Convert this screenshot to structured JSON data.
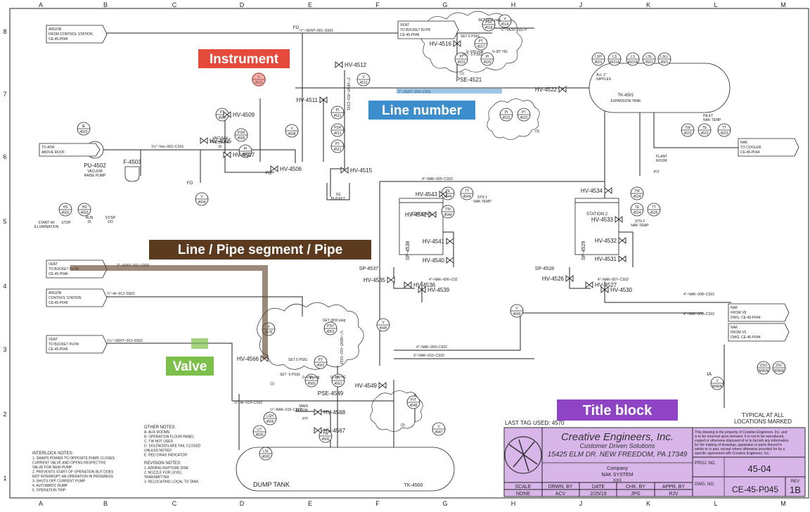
{
  "grid": {
    "columns": [
      "A",
      "B",
      "C",
      "D",
      "E",
      "F",
      "G",
      "H",
      "J",
      "K",
      "L",
      "M"
    ],
    "rows": [
      "8",
      "7",
      "6",
      "5",
      "4",
      "3",
      "2",
      "1"
    ]
  },
  "callouts": {
    "instrument": "Instrument",
    "line_number": "Line number",
    "pipe": "Line / Pipe segment / Pipe",
    "valve": "Valve",
    "title_block": "Title block"
  },
  "colors": {
    "instrument": "#e64a3b",
    "line_number": "#3c8dcc",
    "pipe": "#5b3a1e",
    "valve": "#7cc04b",
    "title_block": "#8e44c4",
    "title_fill": "#d9b6ea"
  },
  "offpage": {
    "argon_top": [
      "ARGON",
      "FROM CONTROL STATION",
      "CE-45-P046"
    ],
    "vent_top": [
      "VENT",
      "TO BUCKET IN PR",
      "CE-45-P046"
    ],
    "atm": [
      "TO ATM",
      "ABOVE ROOF"
    ],
    "vent_mid": [
      "VENT",
      "TO BUCKET IN PR",
      "CE-45-P046"
    ],
    "argon_mid": [
      "ARGON",
      "CONTROL STATION",
      "CE-45-P046"
    ],
    "vent_low": [
      "VENT",
      "TO BUCKET IN PR",
      "CE-45-P046"
    ],
    "nak_cooler": [
      "NAK",
      "TO COOLER",
      "CE-45-P044"
    ],
    "nak_v8": [
      "NAK",
      "FROM V8",
      "DWG. CE-45-P044"
    ],
    "nak_v5": [
      "NAK",
      "FROM V5",
      "DWG. CE-45-P044"
    ]
  },
  "lines": {
    "vent001": "½\"–VENT–001–SS01",
    "vent004": "2\"–VENT–004–CS01",
    "vac002": "1½\"–Voc–002–CS01",
    "vent011": "2\"–VENT–011–CS02",
    "ar012": "½\"–Ar–012–SS01",
    "vent013": "1½\"–VENT–013–SS02",
    "ar014": "½\"–Ar–014–CS02",
    "nak015": "½\"–NAK–015–CS02",
    "nak005": "4\"–NAK–005–CS02",
    "nak006": "4\"–NAK–006–C02",
    "nak007": "4\"–NAK–007–CS02",
    "nak008": "4\"–NAK–008–CS02",
    "nak009a": "4\"–NAK–009–CS02",
    "nak009b": "4\"–NAK–009–CS02",
    "nak010": "3\"–NAK–010–CS02",
    "vent_ss": "½\"–VENT–SS–P",
    "vent_vert": "2\"–VENT–003–CS01",
    "vent_vert2": "½\"–VENT–012–SS02"
  },
  "instruments": [
    {
      "l1": "V",
      "l2": "4514"
    },
    {
      "l1": "V",
      "l2": "4510"
    },
    {
      "l1": "V",
      "l2": "4513"
    },
    {
      "l1": "PT",
      "l2": "4509"
    },
    {
      "l1": "PSH",
      "l2": "4505"
    },
    {
      "l1": "V",
      "l2": "4508"
    },
    {
      "l1": "PI",
      "l2": "4507"
    },
    {
      "l1": "PI",
      "l2": "4511"
    },
    {
      "l1": "PSH",
      "l2": "4511"
    },
    {
      "l1": "PT",
      "l2": "4511"
    },
    {
      "l1": "IE",
      "l2": "4502"
    },
    {
      "l1": "V",
      "l2": "4504"
    },
    {
      "l1": "HS",
      "l2": "4502"
    },
    {
      "l1": "HS",
      "l2": "4502"
    },
    {
      "l1": "PSV",
      "l2": "4518"
    },
    {
      "l1": "PT",
      "l2": "4517"
    },
    {
      "l1": "PI",
      "l2": "4519"
    },
    {
      "l1": "PI",
      "l2": "4520"
    },
    {
      "l1": "PI",
      "l2": "4522"
    },
    {
      "l1": "PT",
      "l2": "4522"
    },
    {
      "l1": "LSH",
      "l2": "4501"
    },
    {
      "l1": "LS",
      "l2": "4501A"
    },
    {
      "l1": "LS",
      "l2": "4501B"
    },
    {
      "l1": "LSL",
      "l2": "4501"
    },
    {
      "l1": "LSLL",
      "l2": "4501"
    },
    {
      "l1": "TW",
      "l2": "4523"
    },
    {
      "l1": "TE",
      "l2": "4523"
    },
    {
      "l1": "TT",
      "l2": "4523"
    },
    {
      "l1": "TE",
      "l2": "4544"
    },
    {
      "l1": "TT",
      "l2": "4544"
    },
    {
      "l1": "TW",
      "l2": "4544"
    },
    {
      "l1": "TW",
      "l2": "4524"
    },
    {
      "l1": "TE",
      "l2": "4524"
    },
    {
      "l1": "TT",
      "l2": "4525"
    },
    {
      "l1": "V",
      "l2": "4545"
    },
    {
      "l1": "V",
      "l2": "4549"
    },
    {
      "l1": "V",
      "l2": "4576"
    },
    {
      "l1": "PSV",
      "l2": "4563"
    },
    {
      "l1": "PT",
      "l2": "4562"
    },
    {
      "l1": "PI",
      "l2": "4560"
    },
    {
      "l1": "PI",
      "l2": "4561"
    },
    {
      "l1": "LSH",
      "l2": "4500"
    },
    {
      "l1": "LIT",
      "l2": "4500"
    },
    {
      "l1": "LSL",
      "l2": "4500"
    },
    {
      "l1": "TW",
      "l2": "4500"
    },
    {
      "l1": "PIT",
      "l2": "4548"
    },
    {
      "l1": "V",
      "l2": "4547"
    },
    {
      "l1": "V",
      "l2": "NNNN"
    },
    {
      "l1": "ZSO",
      "l2": "NNNN"
    },
    {
      "l1": "ZSC",
      "l2": "NNNN"
    }
  ],
  "valves": [
    "HV-4512",
    "HV-4516",
    "HV-4509",
    "HV-4505",
    "HV-4511",
    "HV-4507",
    "HV-4506",
    "HV-4515",
    "HV-4522",
    "HV-4543",
    "HV-4542",
    "HV-4541",
    "HV-4540",
    "HV-4534",
    "HV-4533",
    "HV-4532",
    "HV-4531",
    "HV-4535",
    "HV-4536",
    "HV-4539",
    "HV-4526",
    "HV-4527",
    "HV-4530",
    "HV-4568",
    "HV-4567",
    "HV-4549",
    "HV-4566"
  ],
  "equipment": {
    "pump": [
      "PU-4502",
      "VACUUM",
      "RAISE PUMP"
    ],
    "filter": "F-4503",
    "tank_exp": [
      "TK-4501",
      "EXPANSION TANK"
    ],
    "station1": "STATION 1",
    "station2": "STATION 2",
    "dump": "DUMP TANK",
    "dump_tag": "TK-4500",
    "bucket": [
      "SS",
      "BUCKET"
    ],
    "pse_top": "PSE-4521",
    "pse_low": "PSE-4549",
    "sp1": "SP-4537",
    "sp2": "SP-4538",
    "sp3": "SP-4528",
    "sp4": "SP-4529",
    "f0a": "FO",
    "f0b": "FO",
    "f0c": "FO",
    "stn1": [
      "STN 1",
      "NAK TEMP"
    ],
    "stn2": [
      "STN 2",
      "NAK TEMP"
    ],
    "plant": [
      "PLANT",
      "ROOM"
    ],
    "pit1": "PIT",
    "pit2": "PIT",
    "main_floor": [
      "MAIN",
      "FLOOR"
    ],
    "inlet_temp": [
      "INLET",
      "NAK TEMP"
    ],
    "all_nipples": [
      "ALL 1\"",
      "NIPPLES"
    ],
    "ia": "IA",
    "typical": [
      "TYPICAL AT ALL",
      "LOCATIONS MARKED"
    ]
  },
  "set_labels": {
    "set50_top": "SET @50 psig",
    "set5_top": "SET 5 PSIG",
    "setm5_top": "SET -5 PSIG",
    "range_top1": "0–100 psig",
    "range_top2": "0–30\" HG",
    "set50_low": "SET @50 psig",
    "set5_low": "SET 5 PSIG",
    "setm5_low": "SET -5 PSIG",
    "range_low1": "0–100 psig",
    "range_low2": "0–30\" HG",
    "cloud1": "(1)",
    "cloud3": "(3)",
    "cloud1b": "(1)",
    "cloud3b": "(3)",
    "vac_press": [
      "VACUUM",
      "PRESSURE",
      "DI"
    ],
    "start": [
      "START W/",
      "ILLUMINATION"
    ],
    "stop": "STOP",
    "run": [
      "RUN",
      "DI"
    ],
    "stsp": [
      "ST/SP",
      "DO"
    ]
  },
  "notes": {
    "interlock_title": "INTERLOCK NOTES:",
    "interlock": [
      "1.  SWAPS POWER TO OPPOSITE PUMP, CLOSES",
      "     CURRENT VALVE AND OPENS RESPECTIVE",
      "     VALVE FOR NEW PUMP",
      "2.  PREVENTS START OF OPERATION BUT DOES",
      "     NOT INTERRUPT AN OPERATION IN PROGRESS",
      "3.  SHUTS OFF CURRENT PUMP",
      "4.  AUTOMATIC DUMP",
      "5.  OPERATION TRIP"
    ],
    "other_title": "OTHER NOTES:",
    "other": [
      "A.  AUX ROOMS",
      "B.  OPERATION FLOOR PANEL",
      "C.  TW NOT USED",
      "D.  SOLENOIDS ARE FAIL CLOSED",
      "     UNLESS NOTED",
      "E.  RED DRAG INDICATOR"
    ],
    "revision_title": "REVISION NOTES:",
    "revision": [
      "1.  ADDING RUPTURE DISK",
      "2.  NOZZLE FOR LEVEL",
      "     TRANSMITTER",
      "3.  RELOCATING LOCAL TO TANK"
    ]
  },
  "title_block": {
    "last_tag": "LAST TAG USED: 4570",
    "company": "Creative Engineers, Inc.",
    "slogan": "Customer Driven Solutions",
    "address": "15425 ELM DR. NEW FREEDOM, PA 17349",
    "client": "Company",
    "system": "NAK SYSTEM",
    "xxx": "XXX",
    "disclaimer": [
      "This drawing is the property of Creative Engineers, Inc. and",
      "is to be returned upon demand. It is not to be reproduced,",
      "copied or otherwise disposed of or to furnish any information",
      "for the making of drawings, apparatus or parts thereof in",
      "whole or in part, except where otherwise provided for by a",
      "specific agreement with Creative Engineers, Inc."
    ],
    "proj_label": "PROJ. NO.",
    "proj_no": "45-04",
    "dwg_label": "DWG. NO.",
    "dwg_no": "CE-45-P045",
    "rev_label": "REV",
    "rev": "1B",
    "headers": [
      "SCALE",
      "DRWN. BY",
      "DATE",
      "CHK. BY",
      "APPR. BY"
    ],
    "values": [
      "NONE",
      "ACV",
      "2/25/19",
      "JPG",
      "RJV"
    ]
  }
}
